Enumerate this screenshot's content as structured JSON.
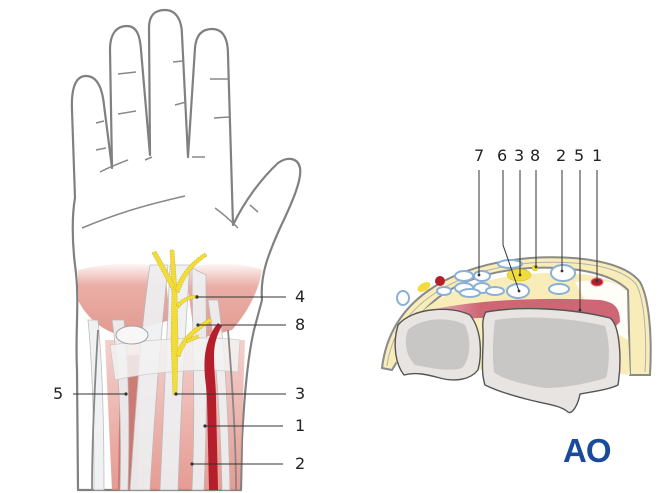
{
  "figure": {
    "title": "Volar wrist anatomy with transverse cross-section",
    "colors": {
      "outline": "#7a7a7a",
      "skin_fill": "#ffffff",
      "muscle": "#e8a59c",
      "artery": "#b51f2b",
      "nerve": "#f2dc3a",
      "tendon": "#e9ecef",
      "fat": "#f8ecb8",
      "bone_outer": "#e8e4e2",
      "bone_inner": "#c9c6c6",
      "pronator": "#cf6676",
      "tendon_sheath": "#8ab0d8",
      "logo": "#1a4b9b"
    }
  },
  "hand_view": {
    "labels": [
      {
        "id": "4",
        "text": "4"
      },
      {
        "id": "8",
        "text": "8"
      },
      {
        "id": "5",
        "text": "5"
      },
      {
        "id": "3",
        "text": "3"
      },
      {
        "id": "1",
        "text": "1"
      },
      {
        "id": "2",
        "text": "2"
      }
    ]
  },
  "cross_section": {
    "labels": [
      {
        "id": "7",
        "text": "7"
      },
      {
        "id": "6",
        "text": "6"
      },
      {
        "id": "3",
        "text": "3"
      },
      {
        "id": "8",
        "text": "8"
      },
      {
        "id": "2",
        "text": "2"
      },
      {
        "id": "5",
        "text": "5"
      },
      {
        "id": "1",
        "text": "1"
      }
    ]
  },
  "logo": {
    "text": "AO"
  }
}
